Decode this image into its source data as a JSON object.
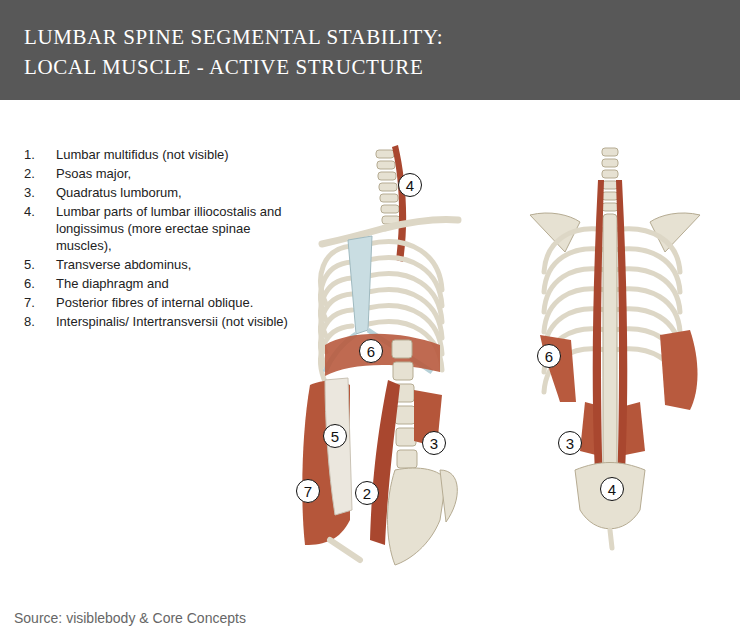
{
  "diagram": {
    "title": "LUMBAR SPINE SEGMENTAL STABILITY: LOCAL MUSCLE - ACTIVE STRUCTURE",
    "caption": "Source: visiblebody & Core Concepts",
    "nodes": [
      {
        "text": [
          "4"
        ]
      },
      {
        "text": [
          "6"
        ]
      },
      {
        "text": [
          "6"
        ]
      },
      {
        "text": [
          "5"
        ]
      },
      {
        "text": [
          "3"
        ]
      },
      {
        "text": [
          "3"
        ]
      },
      {
        "text": [
          "7"
        ]
      },
      {
        "text": [
          "4"
        ]
      },
      {
        "text": [
          "2"
        ]
      }
    ],
    "labels": [
      "1.",
      "Lumbar multifidus (not visible)",
      "2.",
      "Psoas major,",
      "3.",
      "Quadratus lumborum,",
      "4.",
      "Lumbar parts of lumbar illiocostalis and longissimus (more erectae spinae muscles),",
      "5.",
      "Transverse abdominus,",
      "6.",
      "The diaphragm and",
      "7.",
      "Posterior fibres of internal oblique.",
      "8.",
      "Interspinalis/ Intertransversii (not visible)"
    ]
  }
}
